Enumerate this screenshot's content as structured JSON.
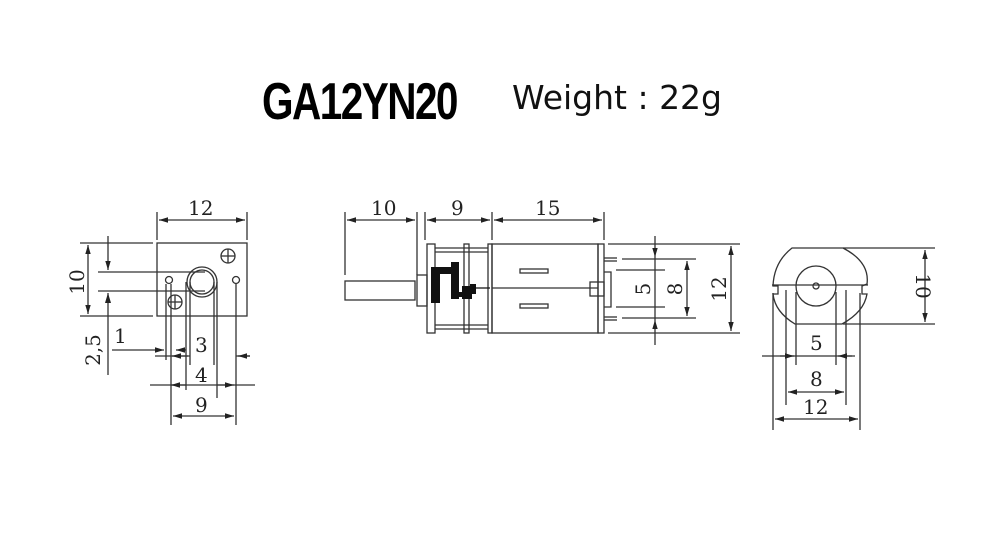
{
  "header": {
    "model": "GA12YN20",
    "weight_label": "Weight : 22g"
  },
  "diagram": {
    "type": "technical-drawing",
    "subject": "GA12YN20 micro gear motor dimensional drawing",
    "units": "mm",
    "views": {
      "end_view_output": {
        "dims": {
          "width_12": "12",
          "height_10": "10",
          "offset_2_5": "2,5",
          "dim_1": "1",
          "dim_3": "3",
          "dim_4": "4",
          "dim_9": "9"
        }
      },
      "side_view": {
        "dims": {
          "shaft_10": "10",
          "gearbox_9": "9",
          "motor_15": "15",
          "terminal_5": "5",
          "terminal_8": "8",
          "height_12": "12"
        }
      },
      "end_view_motor": {
        "dims": {
          "height_10": "10",
          "dim_5": "5",
          "dim_8": "8",
          "width_12": "12"
        }
      }
    },
    "colors": {
      "line": "#333333",
      "fill_dark": "#111111",
      "background": "#ffffff"
    }
  }
}
